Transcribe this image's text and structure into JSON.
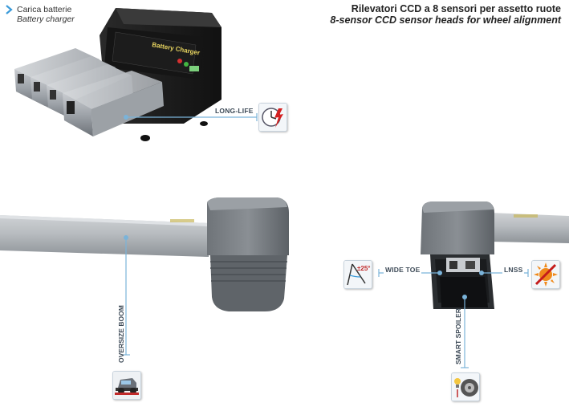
{
  "header": {
    "caption_it": "Carica batterie",
    "caption_en": "Battery charger",
    "title_it": "Rilevatori CCD a 8 sensori per assetto ruote",
    "title_en": "8-sensor CCD sensor heads for wheel alignment"
  },
  "charger": {
    "panel_text": "Battery Charger"
  },
  "features": {
    "long_life": "LONG-LIFE",
    "oversize_boom": "OVERSIZE BOOM",
    "wide_toe": "WIDE TOE",
    "wide_toe_angle": "±25°",
    "lnss": "LNSS",
    "smart_spoiler": "SMART SPOILER"
  },
  "colors": {
    "accent_line": "#7ab3d9",
    "chevron": "#3a9ad9",
    "label": "#3d4a57"
  },
  "icons": {
    "long_life": "clock-lightning-icon",
    "oversize_boom": "vehicle-lift-icon",
    "wide_toe": "compass-angle-icon",
    "lnss": "no-sun-icon",
    "smart_spoiler": "wheel-spoiler-icon"
  }
}
